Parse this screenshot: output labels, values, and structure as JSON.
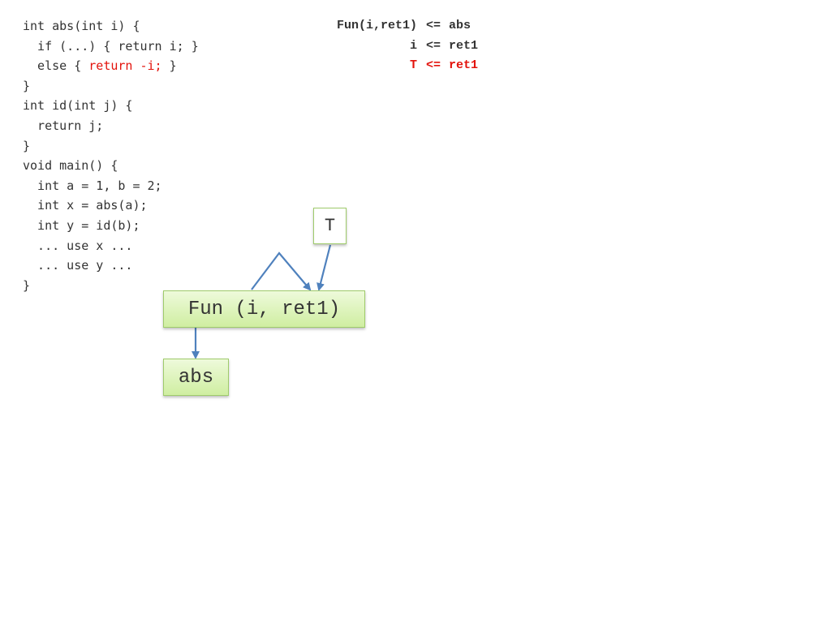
{
  "code": {
    "lines": [
      [
        {
          "text": "int abs(int i) {",
          "hl": false
        }
      ],
      [
        {
          "text": "  if (...) { return i; }",
          "hl": false
        }
      ],
      [
        {
          "text": "  else { ",
          "hl": false
        },
        {
          "text": "return -i;",
          "hl": true
        },
        {
          "text": " }",
          "hl": false
        }
      ],
      [
        {
          "text": "}",
          "hl": false
        }
      ],
      [
        {
          "text": "int id(int j) {",
          "hl": false
        }
      ],
      [
        {
          "text": "  return j;",
          "hl": false
        }
      ],
      [
        {
          "text": "}",
          "hl": false
        }
      ],
      [
        {
          "text": "void main() {",
          "hl": false
        }
      ],
      [
        {
          "text": "  int a = 1, b = 2;",
          "hl": false
        }
      ],
      [
        {
          "text": "  int x = abs(a);",
          "hl": false
        }
      ],
      [
        {
          "text": "  int y = id(b);",
          "hl": false
        }
      ],
      [
        {
          "text": "  ... use x ...",
          "hl": false
        }
      ],
      [
        {
          "text": "  ... use y ...",
          "hl": false
        }
      ],
      [
        {
          "text": "}",
          "hl": false
        }
      ]
    ]
  },
  "constraints": [
    {
      "lhs": "Fun(i,ret1)",
      "arrow": "<=",
      "rhs": "abs",
      "highlight": false
    },
    {
      "lhs": "i",
      "arrow": "<=",
      "rhs": "ret1",
      "highlight": false
    },
    {
      "lhs": "T",
      "arrow": "<=",
      "rhs": "ret1",
      "highlight": true
    }
  ],
  "graph": {
    "nodes": {
      "fun": {
        "label": "Fun (i, ret1)"
      },
      "abs": {
        "label": "abs"
      },
      "t": {
        "label": "T"
      }
    }
  },
  "colors": {
    "text": "#333333",
    "highlight": "#e3120b",
    "edge": "#4f81bd",
    "node_fill_top": "#eefadb",
    "node_fill_bottom": "#cfeea1",
    "node_border": "#9fcb6b"
  }
}
